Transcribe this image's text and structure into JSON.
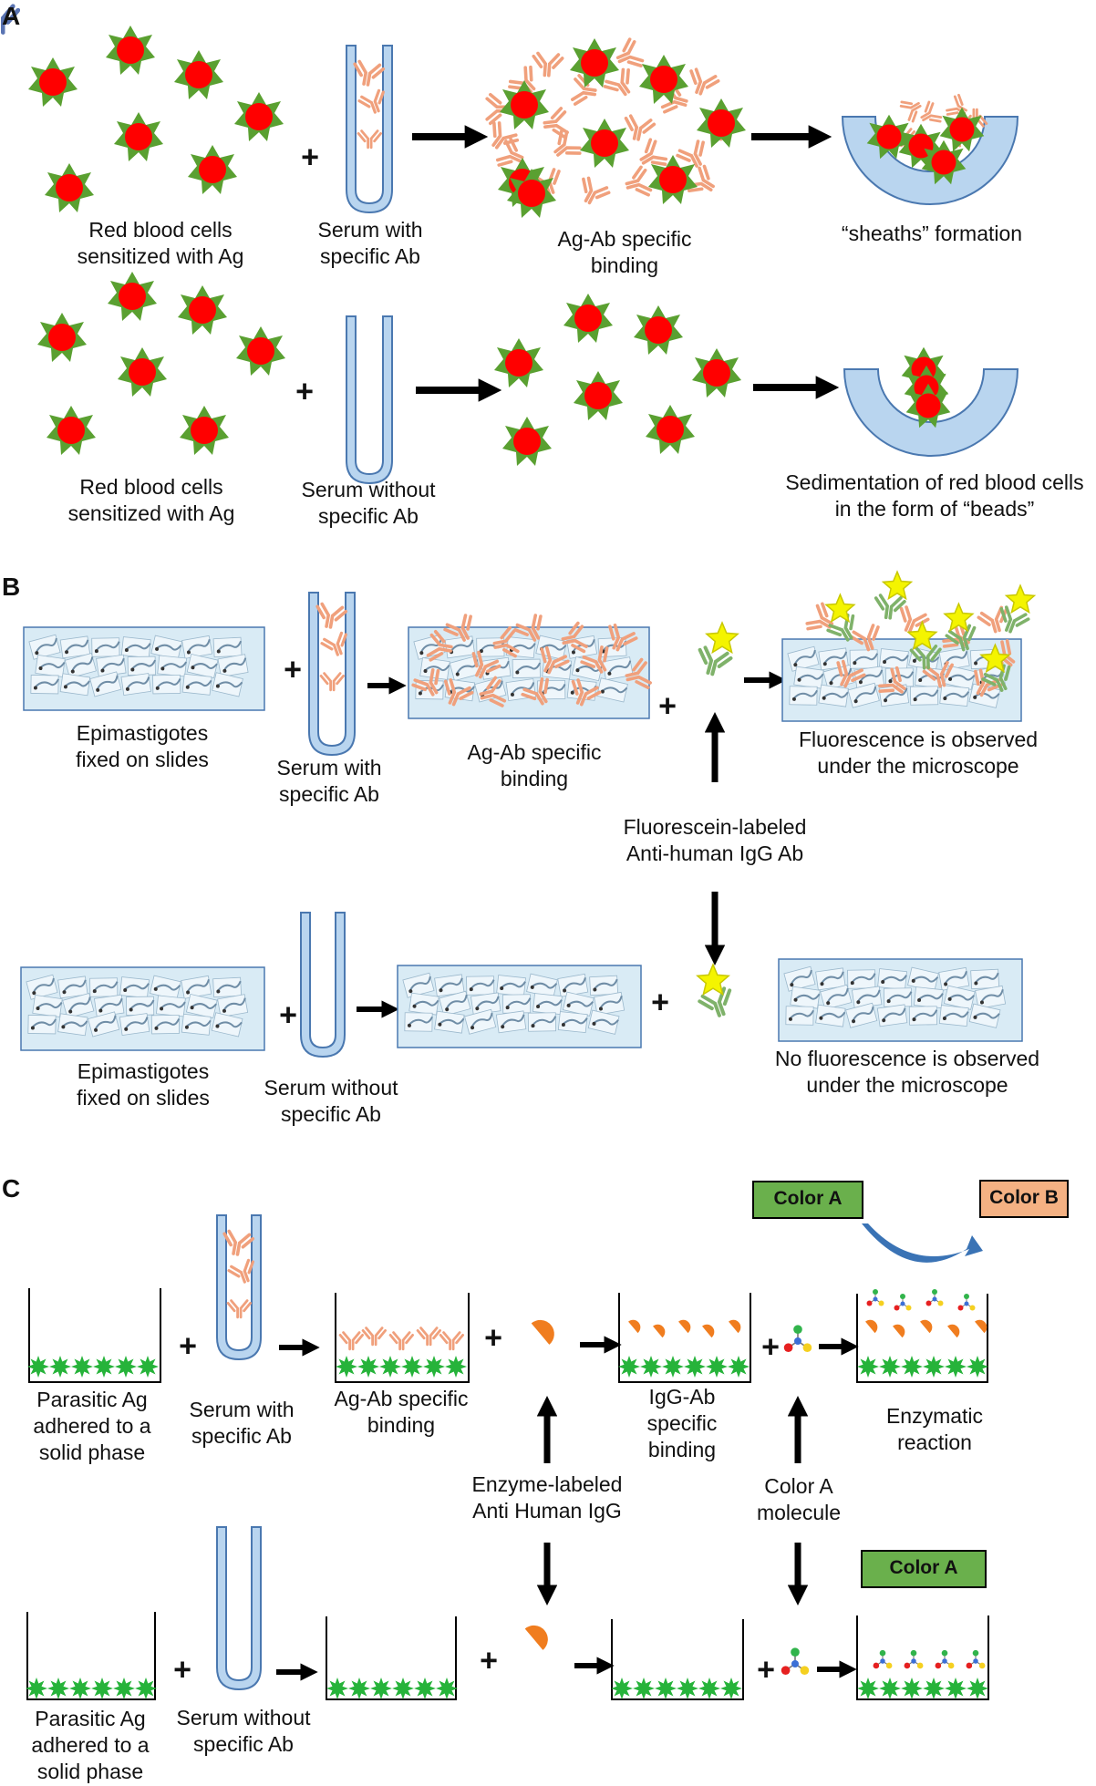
{
  "panels": {
    "a": "A",
    "b": "B",
    "c": "C"
  },
  "colors": {
    "rbc": "#ff0000",
    "rbc_spikes": "#5aa031",
    "tube_fill": "#b9d5ef",
    "tube_stroke": "#4a78b0",
    "antibody": "#f0a07c",
    "green_ab": "#7fb26a",
    "star": "#f4f400",
    "slide_fill": "#d9ebf5",
    "solid_phase_ag": "#26b33a",
    "enzyme": "#f07d1f",
    "color_a": "#6ab04c",
    "color_b": "#f4b183"
  },
  "icons": [
    "red-blood-cell-icon",
    "antibody-icon",
    "tube-icon",
    "arrow-icon",
    "star-icon",
    "epimastigote-icon",
    "enzyme-icon",
    "molecule-icon"
  ],
  "panel_a": {
    "row1": {
      "rbc_label": "Red blood cells\nsensitized with Ag",
      "serum_label": "Serum with\nspecific Ab",
      "binding_label": "Ag-Ab specific\nbinding",
      "result_label": "“sheaths” formation"
    },
    "row2": {
      "rbc_label": "Red blood cells\nsensitized with Ag",
      "serum_label": "Serum without\nspecific Ab",
      "result_label": "Sedimentation of red blood cells\nin the form of “beads”"
    }
  },
  "panel_b": {
    "row1": {
      "slide_label": "Epimastigotes\nfixed on slides",
      "serum_label": "Serum with\nspecific Ab",
      "binding_label": "Ag-Ab specific\nbinding",
      "result_label": "Fluorescence is observed\nunder the microscope"
    },
    "conjugate_label": "Fluorescein-labeled\nAnti-human IgG Ab",
    "row2": {
      "slide_label": "Epimastigotes\nfixed on slides",
      "serum_label": "Serum without\nspecific Ab",
      "result_label": "No fluorescence is observed\nunder the microscope"
    }
  },
  "panel_c": {
    "color_a": "Color A",
    "color_b": "Color B",
    "row1": {
      "solid_label": "Parasitic Ag\nadhered to a\nsolid phase",
      "serum_label": "Serum with\nspecific Ab",
      "binding_label": "Ag-Ab specific\nbinding",
      "igg_label": "IgG-Ab\nspecific\nbinding",
      "enzymatic_label": "Enzymatic\nreaction"
    },
    "enzyme_label": "Enzyme-labeled\nAnti Human IgG",
    "molecule_label": "Color A\nmolecule",
    "row2": {
      "solid_label": "Parasitic Ag\nadhered to a\nsolid phase",
      "serum_label": "Serum without\nspecific Ab",
      "color_a": "Color A"
    }
  }
}
